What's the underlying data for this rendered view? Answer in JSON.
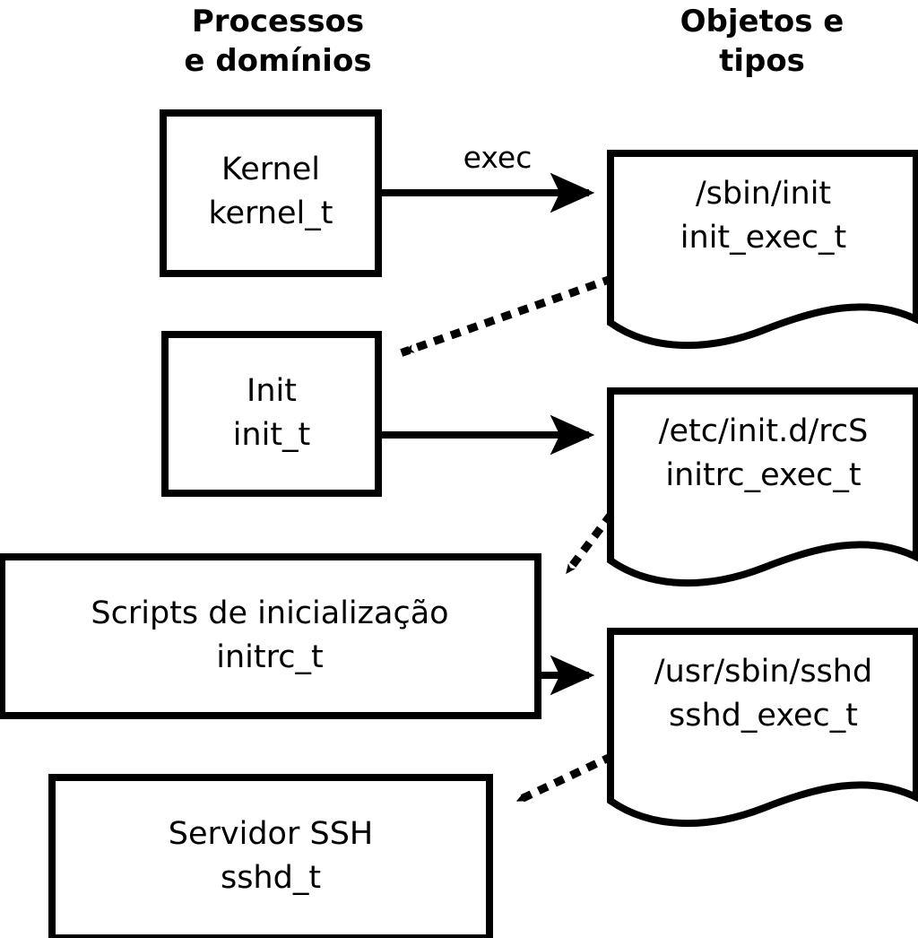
{
  "columns": {
    "left_title": "Processos\ne domínios",
    "right_title": "Objetos e\ntipos"
  },
  "colors": {
    "stroke": "#000000",
    "fill": "#ffffff",
    "background": "#ffffff"
  },
  "process_nodes": [
    {
      "id": "kernel",
      "name": "Kernel",
      "type": "kernel_t",
      "label": "Kernel\nkernel_t"
    },
    {
      "id": "init",
      "name": "Init",
      "type": "init_t",
      "label": "Init\ninit_t"
    },
    {
      "id": "initrc",
      "name": "Scripts de inicialização",
      "type": "initrc_t",
      "label": "Scripts de inicialização\ninitrc_t"
    },
    {
      "id": "sshd",
      "name": "Servidor SSH",
      "type": "sshd_t",
      "label": "Servidor SSH\nsshd_t"
    }
  ],
  "object_nodes": [
    {
      "id": "init_exec",
      "path": "/sbin/init",
      "type": "init_exec_t",
      "label": "/sbin/init\ninit_exec_t"
    },
    {
      "id": "initrc_exec",
      "path": "/etc/init.d/rcS",
      "type": "initrc_exec_t",
      "label": "/etc/init.d/rcS\ninitrc_exec_t"
    },
    {
      "id": "sshd_exec",
      "path": "/usr/sbin/sshd",
      "type": "sshd_exec_t",
      "label": "/usr/sbin/sshd\nsshd_exec_t"
    }
  ],
  "edges": [
    {
      "id": "e1",
      "from": "kernel",
      "to": "init_exec",
      "style": "solid",
      "label": "exec"
    },
    {
      "id": "e2",
      "from": "init_exec",
      "to": "init",
      "style": "dotted",
      "label": ""
    },
    {
      "id": "e3",
      "from": "init",
      "to": "initrc_exec",
      "style": "solid",
      "label": ""
    },
    {
      "id": "e4",
      "from": "initrc_exec",
      "to": "initrc",
      "style": "dotted",
      "label": ""
    },
    {
      "id": "e5",
      "from": "initrc",
      "to": "sshd_exec",
      "style": "solid",
      "label": ""
    },
    {
      "id": "e6",
      "from": "sshd_exec",
      "to": "sshd",
      "style": "dotted",
      "label": ""
    }
  ],
  "edge_labels": {
    "exec": "exec"
  },
  "chart_data": {
    "type": "diagram",
    "title": "SELinux domain transition diagram",
    "left_column": "Processos e domínios",
    "right_column": "Objetos e tipos",
    "flow": [
      "Kernel (kernel_t) --exec--> /sbin/init (init_exec_t)",
      "/sbin/init (init_exec_t) ....> Init (init_t)",
      "Init (init_t) ----> /etc/init.d/rcS (initrc_exec_t)",
      "/etc/init.d/rcS (initrc_exec_t) ....> Scripts de inicialização (initrc_t)",
      "Scripts de inicialização (initrc_t) ----> /usr/sbin/sshd (sshd_exec_t)",
      "/usr/sbin/sshd (sshd_exec_t) ....> Servidor SSH (sshd_t)"
    ]
  }
}
